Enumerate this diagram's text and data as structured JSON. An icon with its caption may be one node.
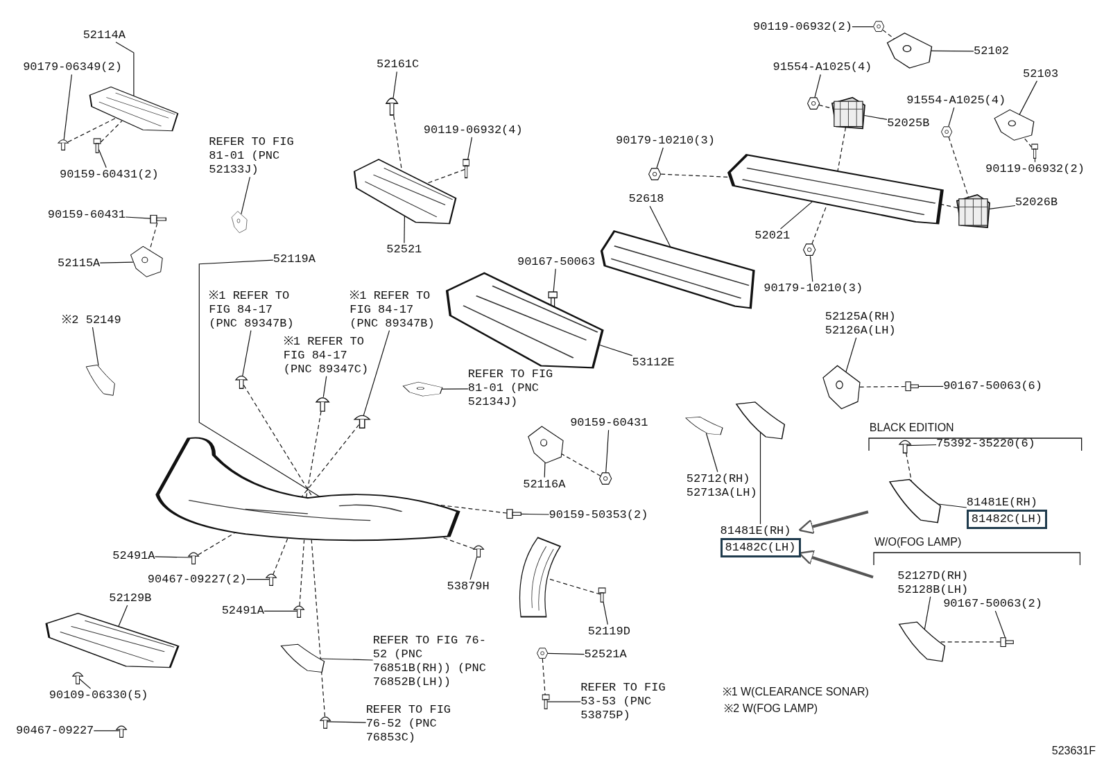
{
  "diagram": {
    "nodes": [
      {
        "text": [
          "52114A"
        ]
      },
      {
        "text": [
          "90179-06349(2)"
        ]
      },
      {
        "text": [],
        "shape": "picture"
      },
      {
        "text": [],
        "shape": "picture"
      },
      {
        "text": [],
        "shape": "picture"
      },
      {
        "text": [
          "90159-60431(2)"
        ]
      },
      {
        "text": [
          "90159-60431"
        ]
      },
      {
        "text": [],
        "shape": "picture"
      },
      {
        "text": [
          "52115A"
        ]
      },
      {
        "text": [],
        "shape": "picture"
      },
      {
        "text": [
          "REFER TO FIG 81-01 (PNC 52133J)"
        ]
      },
      {
        "text": [],
        "shape": "picture"
      },
      {
        "text": [
          "52161C"
        ]
      },
      {
        "text": [],
        "shape": "picture"
      },
      {
        "text": [
          "90119-06932(4)"
        ]
      },
      {
        "text": [],
        "shape": "picture"
      },
      {
        "text": [],
        "shape": "picture"
      },
      {
        "text": [
          "52521"
        ]
      },
      {
        "text": [
          "52119A"
        ]
      },
      {
        "text": [
          "※1 REFER TO FIG 84-17 (PNC 89347B)"
        ]
      },
      {
        "text": [
          "※1 REFER TO FIG 84-17 (PNC 89347C)"
        ]
      },
      {
        "text": [
          "※1 REFER TO FIG 84-17 (PNC 89347B)"
        ]
      },
      {
        "text": [
          "※2 52149"
        ]
      },
      {
        "text": [],
        "shape": "picture"
      },
      {
        "text": [],
        "shape": "picture"
      },
      {
        "text": [],
        "shape": "picture"
      },
      {
        "text": [],
        "shape": "picture"
      },
      {
        "text": [],
        "shape": "picture"
      },
      {
        "text": [
          "REFER TO FIG 81-01 (PNC 52134J)"
        ]
      },
      {
        "text": [],
        "shape": "picture"
      },
      {
        "text": [
          "90167-50063"
        ]
      },
      {
        "text": [],
        "shape": "picture"
      },
      {
        "text": [],
        "shape": "picture"
      },
      {
        "text": [
          "53112E"
        ]
      },
      {
        "text": [
          "52618"
        ]
      },
      {
        "text": [],
        "shape": "picture"
      },
      {
        "text": [
          "90179-10210(3)"
        ]
      },
      {
        "text": [],
        "shape": "picture"
      },
      {
        "text": [
          "52021"
        ]
      },
      {
        "text": [],
        "shape": "picture"
      },
      {
        "text": [
          "90179-10210(3)"
        ]
      },
      {
        "text": [],
        "shape": "picture"
      },
      {
        "text": [
          "90119-06932(2)"
        ]
      },
      {
        "text": [],
        "shape": "picture"
      },
      {
        "text": [],
        "shape": "picture"
      },
      {
        "text": [
          "52102"
        ]
      },
      {
        "text": [
          "91554-A1025(4)"
        ]
      },
      {
        "text": [],
        "shape": "picture"
      },
      {
        "text": [],
        "shape": "picture"
      },
      {
        "text": [
          "52025B"
        ]
      },
      {
        "text": [
          "52103"
        ]
      },
      {
        "text": [],
        "shape": "picture"
      },
      {
        "text": [
          "91554-A1025(4)"
        ]
      },
      {
        "text": [],
        "shape": "picture"
      },
      {
        "text": [
          "90119-06932(2)"
        ]
      },
      {
        "text": [],
        "shape": "picture"
      },
      {
        "text": [],
        "shape": "picture"
      },
      {
        "text": [
          "52026B"
        ]
      },
      {
        "text": [
          "52125A(RH) 52126A(LH)"
        ]
      },
      {
        "text": [],
        "shape": "picture"
      },
      {
        "text": [
          "90167-50063(6)"
        ]
      },
      {
        "text": [],
        "shape": "picture"
      },
      {
        "text": [
          "90159-60431"
        ]
      },
      {
        "text": [],
        "shape": "picture"
      },
      {
        "text": [],
        "shape": "picture"
      },
      {
        "text": [
          "52116A"
        ]
      },
      {
        "text": [
          "90159-50353(2)"
        ]
      },
      {
        "text": [],
        "shape": "picture"
      },
      {
        "text": [],
        "shape": "picture"
      },
      {
        "text": [
          "52712(RH) 52713A(LH)"
        ]
      },
      {
        "text": [],
        "shape": "picture"
      },
      {
        "text": [
          "81481E(RH)",
          "81482C(LH)"
        ]
      },
      {
        "text": [
          "BLACK EDITION"
        ]
      },
      {
        "text": [
          "75392-35220(6)"
        ],
        "in": 72
      },
      {
        "text": [],
        "shape": "picture",
        "in": 72
      },
      {
        "text": [],
        "shape": "picture",
        "in": 72
      },
      {
        "text": [
          "81481E(RH)",
          "81482C(LH)"
        ],
        "in": 72
      },
      {
        "text": [
          "W/O(FOG LAMP)"
        ]
      },
      {
        "text": [
          "52127D(RH) 52128B(LH)"
        ],
        "in": 77
      },
      {
        "text": [],
        "shape": "picture",
        "in": 77
      },
      {
        "text": [
          "90167-50063(2)"
        ],
        "in": 77
      },
      {
        "text": [],
        "shape": "picture",
        "in": 77
      },
      {
        "text": [
          "52491A"
        ]
      },
      {
        "text": [],
        "shape": "picture"
      },
      {
        "text": [
          "90467-09227(2)"
        ]
      },
      {
        "text": [],
        "shape": "picture"
      },
      {
        "text": [
          "52491A"
        ]
      },
      {
        "text": [],
        "shape": "picture"
      },
      {
        "text": [
          "52129B"
        ]
      },
      {
        "text": [],
        "shape": "picture"
      },
      {
        "text": [
          "90109-06330(5)"
        ]
      },
      {
        "text": [],
        "shape": "picture"
      },
      {
        "text": [
          "90467-09227"
        ]
      },
      {
        "text": [],
        "shape": "picture"
      },
      {
        "text": [
          "REFER TO FIG 76-52 (PNC 76851B(RH)) (PNC 76852B(LH))"
        ]
      },
      {
        "text": [],
        "shape": "picture"
      },
      {
        "text": [
          "REFER TO FIG 76-52 (PNC 76853C)"
        ]
      },
      {
        "text": [],
        "shape": "picture"
      },
      {
        "text": [
          "53879H"
        ]
      },
      {
        "text": [],
        "shape": "picture"
      },
      {
        "text": [],
        "shape": "picture"
      },
      {
        "text": [
          "52119D"
        ]
      },
      {
        "text": [],
        "shape": "picture"
      },
      {
        "text": [
          "52521A"
        ]
      },
      {
        "text": [],
        "shape": "picture"
      },
      {
        "text": [
          "REFER TO FIG 53-53 (PNC 53875P)"
        ]
      },
      {
        "text": [],
        "shape": "picture"
      }
    ],
    "edges": [
      {
        "from": 0,
        "to": 2,
        "arrow": "none"
      },
      {
        "from": 1,
        "to": 3,
        "arrow": "none"
      },
      {
        "from": 5,
        "to": 4,
        "arrow": "none"
      },
      {
        "from": 6,
        "to": 7,
        "arrow": "none"
      },
      {
        "from": 8,
        "to": 9,
        "arrow": "none"
      },
      {
        "from": 10,
        "to": 11,
        "arrow": "none"
      },
      {
        "from": 12,
        "to": 13,
        "arrow": "none"
      },
      {
        "from": 14,
        "to": 15,
        "arrow": "none"
      },
      {
        "from": 17,
        "to": 16,
        "arrow": "none"
      },
      {
        "from": 18,
        "to": 24,
        "arrow": "none"
      },
      {
        "from": 19,
        "to": 25,
        "arrow": "none"
      },
      {
        "from": 20,
        "to": 26,
        "arrow": "none"
      },
      {
        "from": 21,
        "to": 27,
        "arrow": "none"
      },
      {
        "from": 22,
        "to": 23,
        "arrow": "none"
      },
      {
        "from": 28,
        "to": 29,
        "arrow": "none"
      },
      {
        "from": 30,
        "to": 31,
        "arrow": "none"
      },
      {
        "from": 33,
        "to": 32,
        "arrow": "none"
      },
      {
        "from": 34,
        "to": 35,
        "arrow": "none"
      },
      {
        "from": 36,
        "to": 37,
        "arrow": "none"
      },
      {
        "from": 38,
        "to": 39,
        "arrow": "none"
      },
      {
        "from": 40,
        "to": 41,
        "arrow": "none"
      },
      {
        "from": 42,
        "to": 43,
        "arrow": "none"
      },
      {
        "from": 45,
        "to": 44,
        "arrow": "none"
      },
      {
        "from": 46,
        "to": 47,
        "arrow": "none"
      },
      {
        "from": 49,
        "to": 48,
        "arrow": "none"
      },
      {
        "from": 50,
        "to": 51,
        "arrow": "none"
      },
      {
        "from": 52,
        "to": 53,
        "arrow": "none"
      },
      {
        "from": 54,
        "to": 55,
        "arrow": "none"
      },
      {
        "from": 57,
        "to": 56,
        "arrow": "none"
      },
      {
        "from": 58,
        "to": 59,
        "arrow": "none"
      },
      {
        "from": 60,
        "to": 61,
        "arrow": "none"
      },
      {
        "from": 62,
        "to": 63,
        "arrow": "none"
      },
      {
        "from": 65,
        "to": 64,
        "arrow": "none"
      },
      {
        "from": 66,
        "to": 67,
        "arrow": "none"
      },
      {
        "from": 69,
        "to": 68,
        "arrow": "none"
      },
      {
        "from": 71,
        "to": 70,
        "arrow": "none"
      },
      {
        "from": 73,
        "to": 74,
        "arrow": "none"
      },
      {
        "from": 76,
        "to": 75,
        "arrow": "none"
      },
      {
        "from": 78,
        "to": 79,
        "arrow": "none"
      },
      {
        "from": 80,
        "to": 81,
        "arrow": "none"
      },
      {
        "from": 82,
        "to": 83,
        "arrow": "none"
      },
      {
        "from": 84,
        "to": 85,
        "arrow": "none"
      },
      {
        "from": 86,
        "to": 87,
        "arrow": "none"
      },
      {
        "from": 88,
        "to": 89,
        "arrow": "none"
      },
      {
        "from": 90,
        "to": 91,
        "arrow": "none"
      },
      {
        "from": 92,
        "to": 93,
        "arrow": "none"
      },
      {
        "from": 94,
        "to": 95,
        "arrow": "none"
      },
      {
        "from": 96,
        "to": 97,
        "arrow": "none"
      },
      {
        "from": 98,
        "to": 99,
        "arrow": "none"
      },
      {
        "from": 101,
        "to": 102,
        "arrow": "none"
      },
      {
        "from": 103,
        "to": 104,
        "arrow": "none"
      },
      {
        "from": 105,
        "to": 106,
        "arrow": "none"
      },
      {
        "from": 72,
        "to": 71,
        "arrow": "to",
        "style": "thick"
      },
      {
        "from": 77,
        "to": 71,
        "arrow": "to",
        "style": "thick"
      },
      {
        "from": 3,
        "to": 2,
        "arrow": "none",
        "style": "dashed"
      },
      {
        "from": 4,
        "to": 2,
        "arrow": "none",
        "style": "dashed"
      },
      {
        "from": 7,
        "to": 9,
        "arrow": "none",
        "style": "dashed"
      },
      {
        "from": 13,
        "to": 16,
        "arrow": "none",
        "style": "dashed"
      },
      {
        "from": 15,
        "to": 16,
        "arrow": "none",
        "style": "dashed"
      },
      {
        "from": 31,
        "to": 32,
        "arrow": "none",
        "style": "dashed"
      },
      {
        "from": 37,
        "to": 39,
        "arrow": "none",
        "style": "dashed"
      },
      {
        "from": 41,
        "to": 39,
        "arrow": "none",
        "style": "dashed"
      },
      {
        "from": 43,
        "to": 44,
        "arrow": "none",
        "style": "dashed"
      },
      {
        "from": 47,
        "to": 48,
        "arrow": "none",
        "style": "dashed"
      },
      {
        "from": 48,
        "to": 39,
        "arrow": "none",
        "style": "dashed"
      },
      {
        "from": 53,
        "to": 56,
        "arrow": "none",
        "style": "dashed"
      },
      {
        "from": 56,
        "to": 39,
        "arrow": "none",
        "style": "dashed"
      },
      {
        "from": 55,
        "to": 51,
        "arrow": "none",
        "style": "dashed"
      },
      {
        "from": 61,
        "to": 59,
        "arrow": "none",
        "style": "dashed"
      },
      {
        "from": 63,
        "to": 64,
        "arrow": "none",
        "style": "dashed"
      },
      {
        "from": 67,
        "to": 24,
        "arrow": "none",
        "style": "dashed"
      },
      {
        "from": 25,
        "to": 24,
        "arrow": "none",
        "style": "dashed"
      },
      {
        "from": 26,
        "to": 24,
        "arrow": "none",
        "style": "dashed"
      },
      {
        "from": 27,
        "to": 24,
        "arrow": "none",
        "style": "dashed"
      },
      {
        "from": 83,
        "to": 24,
        "arrow": "none",
        "style": "dashed"
      },
      {
        "from": 85,
        "to": 24,
        "arrow": "none",
        "style": "dashed"
      },
      {
        "from": 87,
        "to": 24,
        "arrow": "none",
        "style": "dashed"
      },
      {
        "from": 97,
        "to": 24,
        "arrow": "none",
        "style": "dashed"
      },
      {
        "from": 99,
        "to": 24,
        "arrow": "none",
        "style": "dashed"
      },
      {
        "from": 102,
        "to": 100,
        "arrow": "none",
        "style": "dashed"
      },
      {
        "from": 104,
        "to": 106,
        "arrow": "none",
        "style": "dashed"
      },
      {
        "from": 74,
        "to": 75,
        "arrow": "none",
        "style": "dashed"
      },
      {
        "from": 81,
        "to": 79,
        "arrow": "none",
        "style": "dashed"
      }
    ],
    "labels": [
      "※1 W(CLEARANCE SONAR)",
      "※2 W(FOG LAMP)",
      "523631F"
    ]
  }
}
